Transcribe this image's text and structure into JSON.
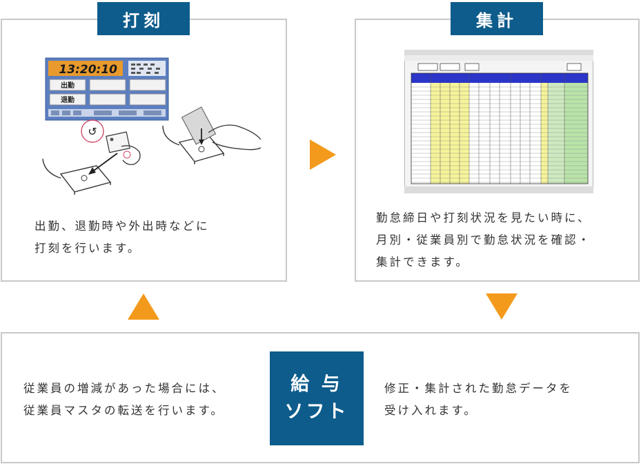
{
  "punch": {
    "title": "打刻",
    "desc_lines": [
      "出勤、退勤時や外出時などに",
      "打刻を行います。"
    ],
    "clock_time": "13:20:10",
    "btn_in": "出勤",
    "btn_out": "退勤"
  },
  "summary": {
    "title": "集計",
    "desc_lines": [
      "勤怠締日や打刻状況を見たい時に、",
      "月別・従業員別で勤怠状況を確認・",
      "集計できます。"
    ]
  },
  "salary": {
    "title_lines": [
      "給 与",
      "ソフト"
    ],
    "left_lines": [
      "従業員の増減があった場合には、",
      "従業員マスタの転送を行います。"
    ],
    "right_lines": [
      "修正・集計された勤怠データを",
      "受け入れます。"
    ]
  },
  "colors": {
    "navy": "#0d5c8c",
    "orange": "#f39a1c",
    "border": "#c8c8c8"
  }
}
